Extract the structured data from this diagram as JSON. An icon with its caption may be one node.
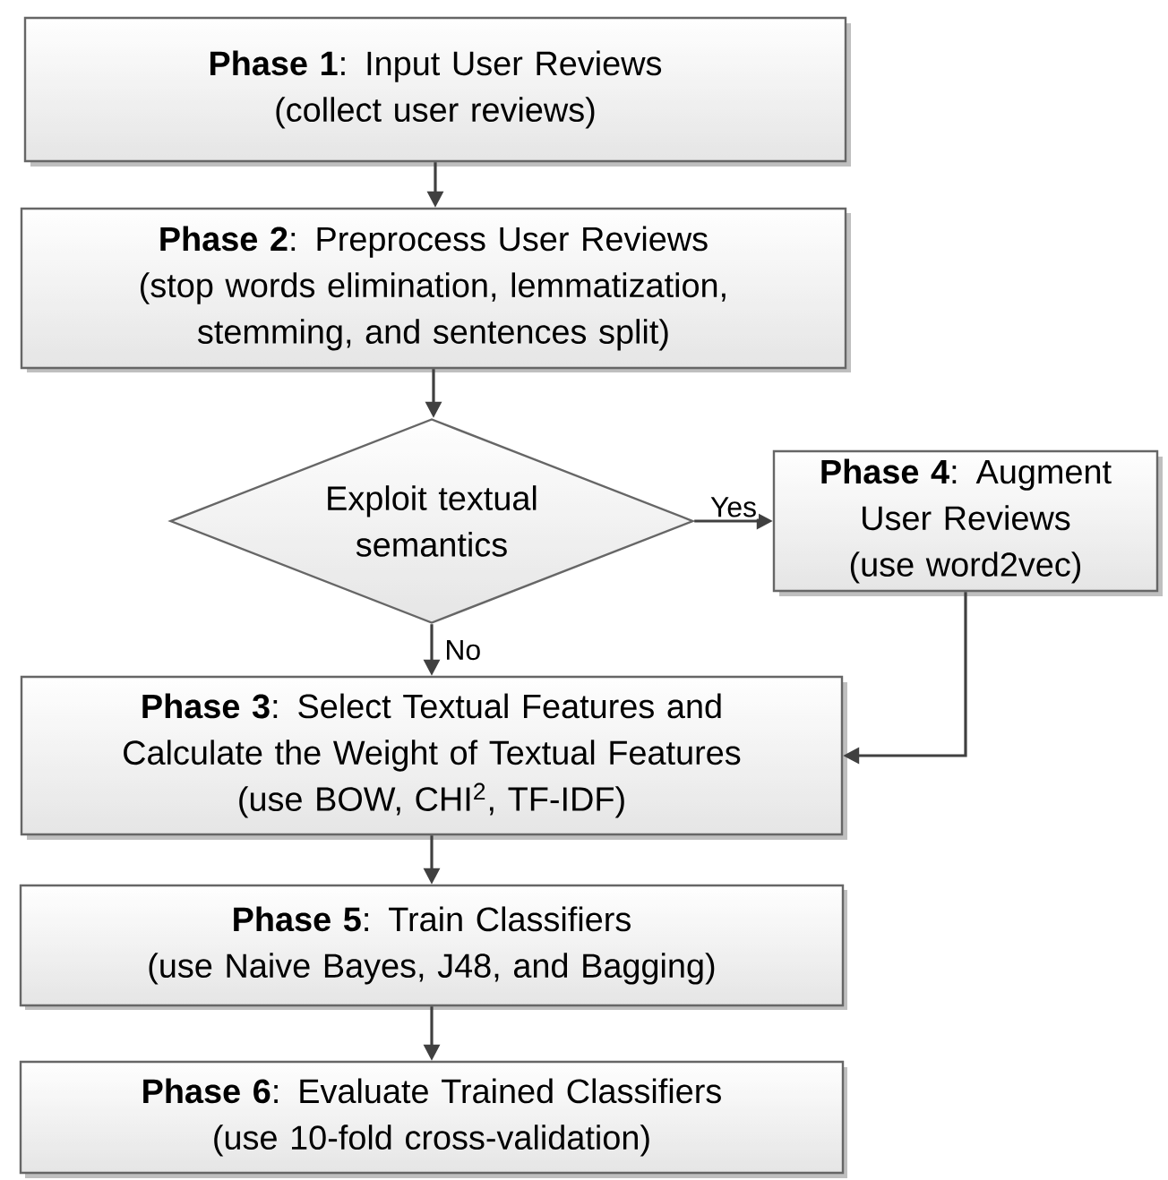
{
  "diagram": {
    "nodes": [
      {
        "text": [
          "**Phase 1**: Input User Reviews",
          "(collect user reviews)"
        ]
      },
      {
        "text": [
          "**Phase 2**: Preprocess User Reviews",
          "(stop words elimination, lemmatization, stemming, and sentences split)"
        ]
      },
      {
        "text": [
          "Exploit textual semantics"
        ]
      },
      {
        "text": [
          "**Phase 4**: Augment User Reviews",
          "(use word2vec)"
        ]
      },
      {
        "text": [
          "**Phase 3**: Select Textual Features and Calculate the Weight of Textual Features",
          "(use BOW, CHI$^{2}$, TF-IDF)"
        ]
      },
      {
        "text": [
          "**Phase 5**: Train Classifiers",
          "(use Naive Bayes, J48, and Bagging)"
        ]
      },
      {
        "text": [
          "**Phase 6**: Evaluate Trained Classifiers",
          "(use 10-fold cross-validation)"
        ]
      }
    ],
    "edges": [
      {
        "from": 0,
        "to": 1,
        "arrow": "to"
      },
      {
        "from": 1,
        "to": 2,
        "arrow": "to"
      },
      {
        "from": 2,
        "to": 3,
        "arrow": "to",
        "label": "Yes"
      },
      {
        "from": 2,
        "to": 4,
        "arrow": "to",
        "label": "No"
      },
      {
        "from": 3,
        "to": 4,
        "arrow": "to"
      },
      {
        "from": 4,
        "to": 5,
        "arrow": "to"
      },
      {
        "from": 5,
        "to": 6,
        "arrow": "to"
      }
    ]
  }
}
